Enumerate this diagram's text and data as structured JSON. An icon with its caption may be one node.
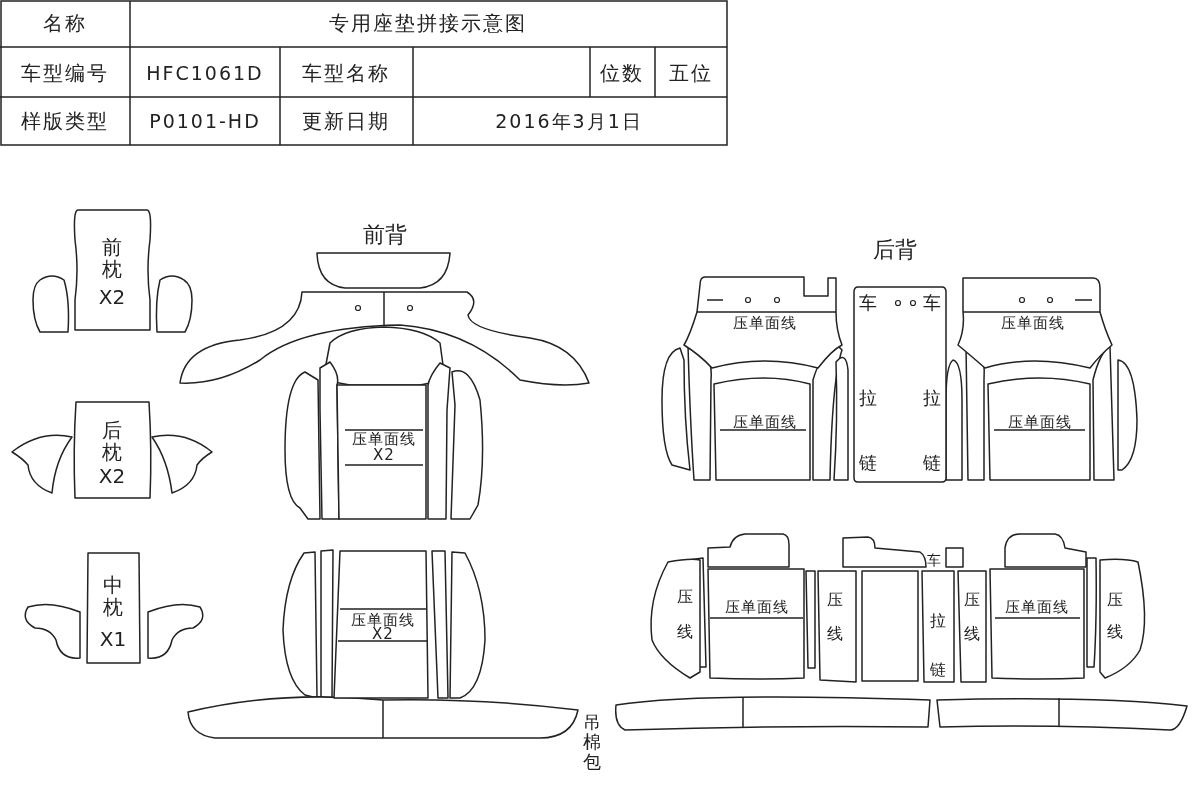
{
  "diagram": {
    "nodes": [
      {
        "text": [
          "前枕",
          "X2"
        ]
      },
      {
        "text": [
          "后枕",
          "X2"
        ]
      },
      {
        "text": [
          "中枕",
          "X1"
        ]
      },
      {
        "text": [
          "压单面线",
          "X2"
        ]
      },
      {
        "text": [
          "压单面线",
          "X2"
        ]
      },
      {
        "text": [
          "压单面线"
        ]
      },
      {
        "text": [
          "车",
          "车",
          "拉",
          "拉",
          "链",
          "链"
        ]
      },
      {
        "text": [
          "压单面线"
        ]
      },
      {
        "text": [
          "压单面线"
        ]
      },
      {
        "text": [
          "压单面线"
        ]
      },
      {
        "text": [
          "压",
          "线"
        ]
      },
      {
        "text": [
          "压单面线"
        ]
      },
      {
        "text": [
          "压",
          "线"
        ]
      },
      {
        "text": [
          "拉",
          "链"
        ]
      },
      {
        "text": [
          "压",
          "线"
        ]
      },
      {
        "text": [
          "压单面线"
        ]
      },
      {
        "text": [
          "压",
          "线"
        ]
      }
    ],
    "labels": [
      "名称",
      "专用座垫拼接示意图",
      "车型编号",
      "HFC1061D",
      "车型名称",
      "位数",
      "五位",
      "样版类型",
      "P0101-HD",
      "更新日期",
      "2016年3月1日",
      "前背",
      "后背",
      "车",
      "吊棉包"
    ]
  }
}
